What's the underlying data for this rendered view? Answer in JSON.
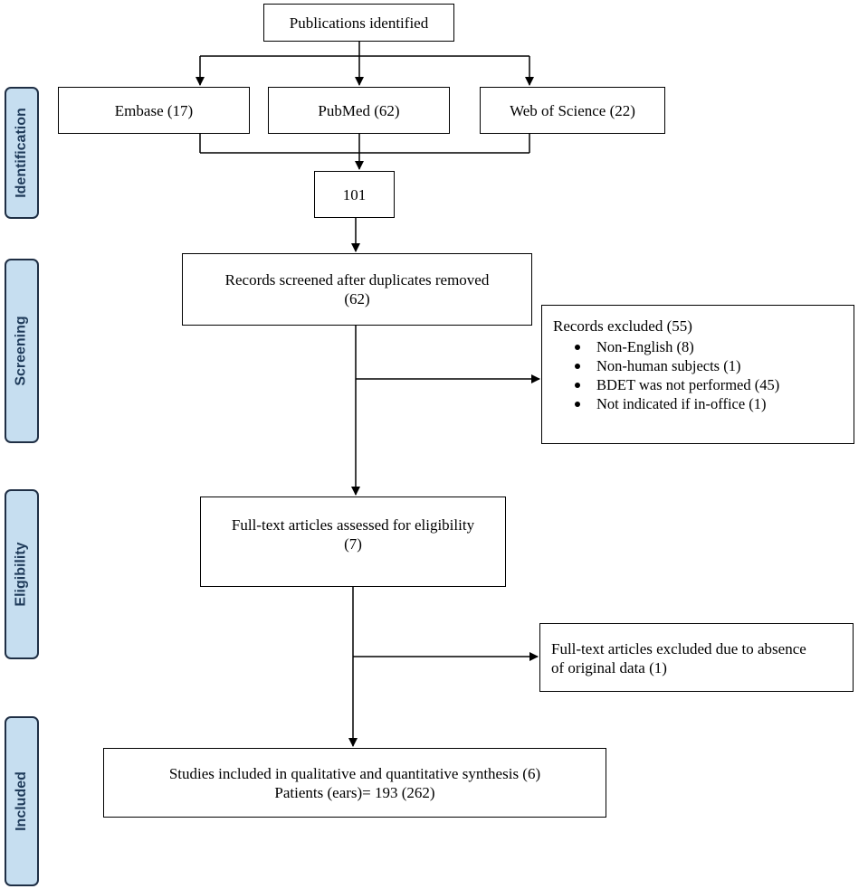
{
  "stages": {
    "identification": "Identification",
    "screening": "Screening",
    "eligibility": "Eligibility",
    "included": "Included"
  },
  "boxes": {
    "identified": "Publications identified",
    "embase": "Embase (17)",
    "pubmed": "PubMed (62)",
    "wos": "Web of Science (22)",
    "total": "101",
    "screened_line1": "Records screened after duplicates removed",
    "screened_line2": "(62)",
    "excluded_title": "Records excluded (55)",
    "excluded_reasons": [
      "Non-English (8)",
      "Non-human subjects (1)",
      "BDET was not performed (45)",
      "Not indicated if in-office (1)"
    ],
    "fulltext_line1": "Full-text articles assessed for eligibility",
    "fulltext_line2": "(7)",
    "fulltext_excluded_line1": "Full-text articles excluded due to absence",
    "fulltext_excluded_line2": "of original data (1)",
    "included_line1": "Studies included in qualitative and quantitative synthesis (6)",
    "included_line2": "Patients (ears)= 193 (262)"
  },
  "colors": {
    "stage_fill": "#c6def0",
    "stage_border": "#1f2f45",
    "stage_text": "#1f3b5a",
    "line": "#000000"
  }
}
